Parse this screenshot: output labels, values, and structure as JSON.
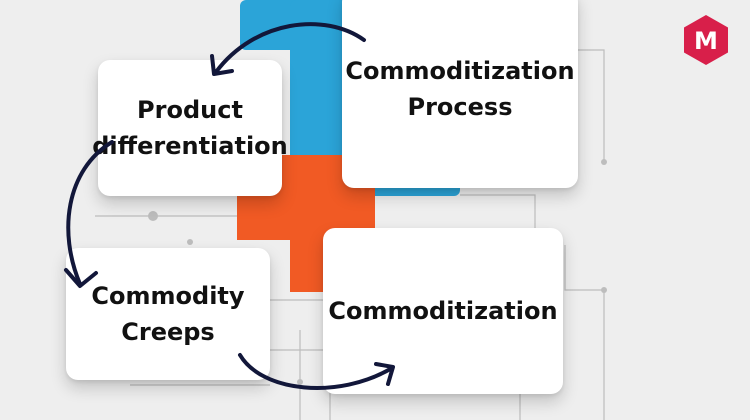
{
  "diagram": {
    "nodes": {
      "process": "Commoditization\nProcess",
      "differentiation": "Product\ndifferentiation",
      "creeps": "Commodity\nCreeps",
      "commoditization": "Commoditization"
    },
    "colors": {
      "blue": "#2ba4d8",
      "orange": "#f15a24",
      "arrow": "#12173a",
      "card": "#ffffff",
      "circuit": "#b8b8b8"
    },
    "logo": {
      "letter": "M",
      "color": "#d81f4a"
    }
  }
}
